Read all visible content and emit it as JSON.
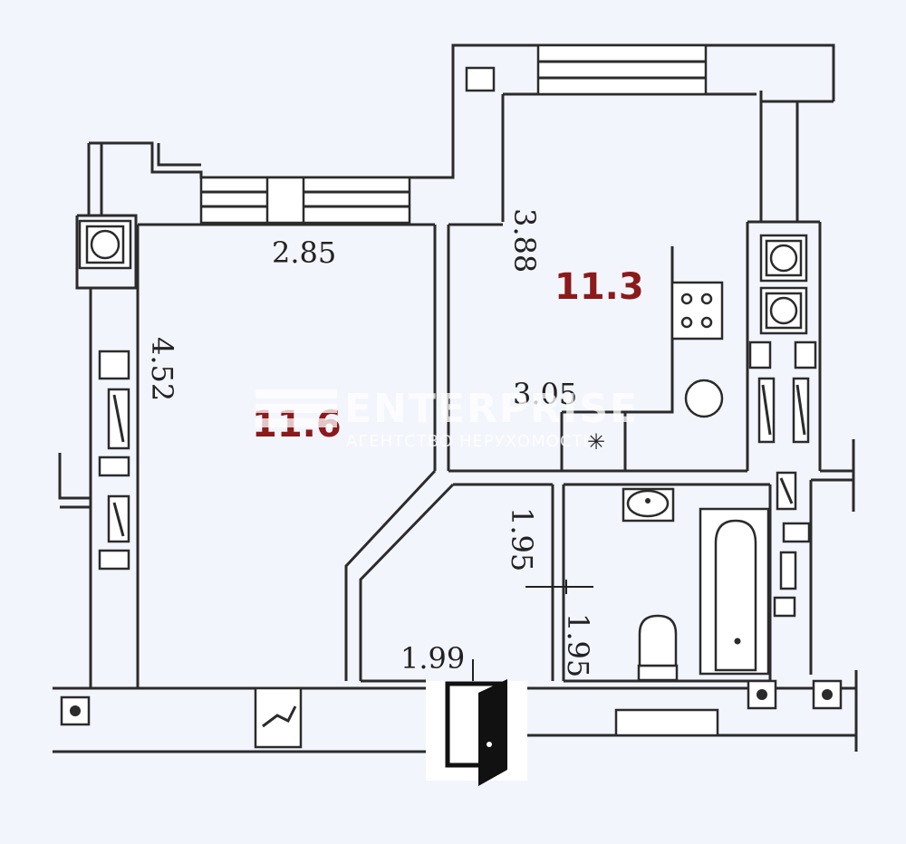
{
  "colors": {
    "area_label": "#8b1a1a",
    "wall": "#2b2b2b",
    "background": "#f3f5fc"
  },
  "rooms": {
    "living": {
      "area": "11.6",
      "width_dim": "2.85",
      "length_dim": "4.52"
    },
    "kitchen": {
      "area": "11.3",
      "width_dim": "3.05",
      "length_dim": "3.88"
    },
    "hall": {
      "length_dim": "1.95",
      "width_dim": "1.99"
    },
    "bathroom": {
      "length_dim": "1.95"
    }
  },
  "watermark": {
    "brand": "ENTERPRISE",
    "tagline": "АГЕНТСТВО НЕРУХОМОСТІ"
  },
  "icons": [
    "entrance-door-icon",
    "ventilation-duct-icon",
    "stove-icon",
    "sink-icon",
    "toilet-icon",
    "bathtub-icon"
  ]
}
